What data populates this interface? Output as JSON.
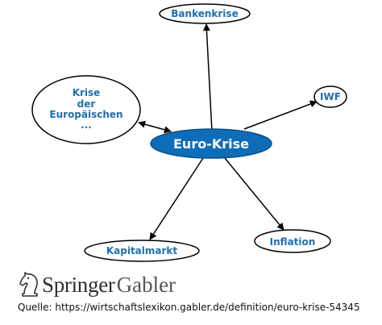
{
  "diagram": {
    "center": "Euro-Krise",
    "nodes": {
      "bankenkrise": "Bankenkrise",
      "iwf": "IWF",
      "krise_line1": "Krise",
      "krise_line2": "der",
      "krise_line3": "Europäischen",
      "krise_line4": "...",
      "kapitalmarkt": "Kapitalmarkt",
      "inflation": "Inflation"
    },
    "colors": {
      "center_fill": "#0e6db8",
      "node_text": "#1f6fb0",
      "edge": "#000000"
    }
  },
  "footer": {
    "brand_1": "Springer",
    "brand_2": "Gabler",
    "source": "Quelle: https://wirtschaftslexikon.gabler.de/definition/euro-krise-54345"
  }
}
